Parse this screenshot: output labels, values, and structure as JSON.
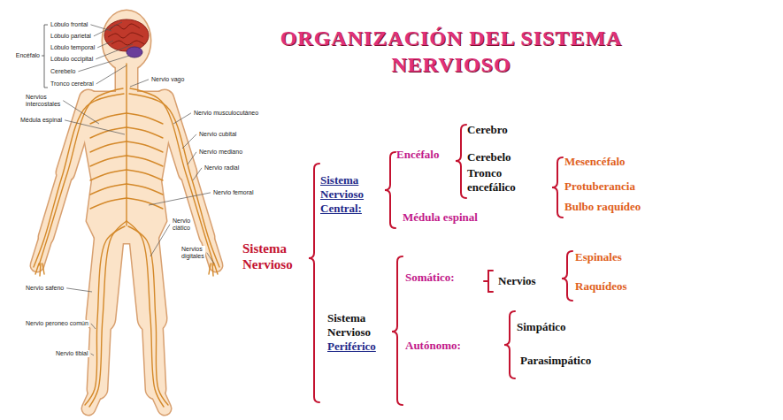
{
  "diagram": {
    "title": "ORGANIZACIÓN DEL SISTEMA NERVIOSO",
    "labels": [
      "Lóbulo frontal",
      "Lóbulo parietal",
      "Encéfalo",
      "Lóbulo temporal",
      "Lóbulo occipital",
      "Cerebelo",
      "Tronco cerebral",
      "Nervio vago",
      "Nervios intercostales",
      "Médula espinal",
      "Nervio musculocutáneo",
      "Nervio cubital",
      "Nervio mediano",
      "Nervio radial",
      "Nervio femoral",
      "Nervio ciático",
      "Nervios digitales",
      "Nervio safeno",
      "Nervio peroneo común",
      "Nervio tibial",
      "Cerebro",
      "Encéfalo",
      "Cerebelo",
      "Sistema Nervioso Central:",
      "Tronco encefálico",
      "Mesencéfalo",
      "Protuberancia",
      "Bulbo raquídeo",
      "Médula espinal",
      "Sistema Nervioso",
      "Espinales",
      "Somático:",
      "Nervios",
      "Raquídeos",
      "Sistema Nervioso",
      "Periférico",
      "Simpático",
      "Autónomo:",
      "Parasimpático"
    ]
  }
}
